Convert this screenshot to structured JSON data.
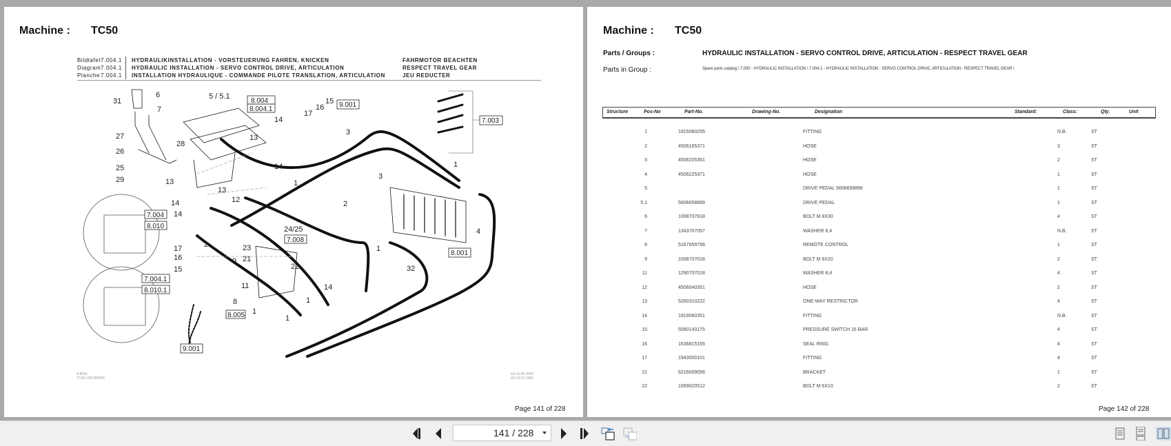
{
  "left_page": {
    "machine_label": "Machine :",
    "machine_value": "TC50",
    "title_rows": [
      {
        "lang": "Bildtafel",
        "num": "7.004.1",
        "title": "HYDRAULIKINSTALLATION - VORSTEUERUNG FAHREN, KNICKEN",
        "note": "FAHRMOTOR BEACHTEN"
      },
      {
        "lang": "Diagram",
        "num": "7.004.1",
        "title": "HYDRAULIC INSTALLATION - SERVO CONTROL DRIVE, ARTICULATION",
        "note": "RESPECT TRAVEL GEAR"
      },
      {
        "lang": "Planche",
        "num": "7.004.1",
        "title": "INSTALLATION HYDRAULIQUE - COMMANDE PILOTE TRANSLATION, ARTICULATION",
        "note": "JEU REDUCTER"
      }
    ],
    "diagram": {
      "callouts": [
        "31",
        "6",
        "5 / 5.1",
        "7",
        "15",
        "16",
        "17",
        "14",
        "13",
        "28",
        "27",
        "26",
        "25",
        "29",
        "3",
        "3",
        "1",
        "1",
        "2",
        "4",
        "12",
        "13",
        "14",
        "14",
        "17",
        "16",
        "15",
        "2",
        "24/25",
        "23",
        "21",
        "22",
        "9",
        "11",
        "8",
        "1",
        "1",
        "1",
        "14",
        "32"
      ],
      "ref_boxes": [
        "8.004",
        "8.004.1",
        "9.001",
        "7.003",
        "7.004",
        "8.010",
        "7.004.1",
        "8.010.1",
        "7.008",
        "8.001",
        "8.005",
        "9.001"
      ],
      "footer_left": [
        "A 8524",
        "TC50--HR1200PR"
      ],
      "footer_right": [
        "AS 11.05.2009",
        "AS 14.07.2006"
      ]
    },
    "page_label": "Page 141 of 228"
  },
  "right_page": {
    "machine_label": "Machine :",
    "machine_value": "TC50",
    "groups_label": "Parts / Groups :",
    "groups_value": "HYDRAULIC INSTALLATION - SERVO CONTROL DRIVE, ARTICULATION  - RESPECT TRAVEL GEAR",
    "in_group_label": "Parts in Group :",
    "in_group_path": "Spare parts catalog \\ 7.000 - HYDRAULIC INSTALLATION \\ 7.004.1 - HYDRAULIC INSTALLATION - SERVO CONTROL DRIVE, ARTICULATION  - RESPECT TRAVEL GEAR \\",
    "columns": [
      "Structure",
      "Pos-No",
      "Part-No.",
      "Drawing-No.",
      "Designation",
      "Standard:",
      "Class:",
      "Qty.",
      "Unit"
    ],
    "rows": [
      {
        "pos": "1",
        "part": "1915060255",
        "desc": "FITTING",
        "qty": "N.B.",
        "unit": "ST"
      },
      {
        "pos": "2",
        "part": "4506165371",
        "desc": "HOSE",
        "qty": "3",
        "unit": "ST"
      },
      {
        "pos": "3",
        "part": "4506205351",
        "desc": "HOSE",
        "qty": "2",
        "unit": "ST"
      },
      {
        "pos": "4",
        "part": "4506225371",
        "desc": "HOSE",
        "qty": "1",
        "unit": "ST"
      },
      {
        "pos": "5",
        "part": "",
        "desc": "DRIVE PEDAL   5606658896",
        "qty": "1",
        "unit": "ST"
      },
      {
        "pos": "5.1",
        "part": "5606658899",
        "desc": "DRIVE PEDAL",
        "qty": "1",
        "unit": "ST"
      },
      {
        "pos": "6",
        "part": "1008707618",
        "desc": "BOLT M 8X30",
        "qty": "4",
        "unit": "ST"
      },
      {
        "pos": "7",
        "part": "1343707057",
        "desc": "WASHER 8,4",
        "qty": "N.B.",
        "unit": "ST"
      },
      {
        "pos": "8",
        "part": "5167659756",
        "desc": "REMOTE CONTROL",
        "qty": "1",
        "unit": "ST"
      },
      {
        "pos": "9",
        "part": "1008707018",
        "desc": "BOLT M 8X20",
        "qty": "2",
        "unit": "ST"
      },
      {
        "pos": "11",
        "part": "1290707018",
        "desc": "WASHER 8,4",
        "qty": "4",
        "unit": "ST"
      },
      {
        "pos": "12",
        "part": "4506040351",
        "desc": "HOSE",
        "qty": "2",
        "unit": "ST"
      },
      {
        "pos": "13",
        "part": "5260310222",
        "desc": "ONE-WAY RESTRICTOR",
        "qty": "4",
        "unit": "ST"
      },
      {
        "pos": "14",
        "part": "1919060351",
        "desc": "FITTING",
        "qty": "N.B.",
        "unit": "ST"
      },
      {
        "pos": "15",
        "part": "5060143175",
        "desc": "PRESSURE SWITCH 16 BAR",
        "qty": "4",
        "unit": "ST"
      },
      {
        "pos": "16",
        "part": "1636815155",
        "desc": "SEAL RING",
        "qty": "4",
        "unit": "ST"
      },
      {
        "pos": "17",
        "part": "1943000101",
        "desc": "FITTING",
        "qty": "4",
        "unit": "ST"
      },
      {
        "pos": "21",
        "part": "6216009056",
        "desc": "BRACKET",
        "qty": "1",
        "unit": "ST"
      },
      {
        "pos": "22",
        "part": "1069020512",
        "desc": "BOLT M 6X10",
        "qty": "2",
        "unit": "ST"
      }
    ],
    "page_label": "Page 142 of 228"
  },
  "toolbar": {
    "first_page_icon": "first-page-icon",
    "prev_page_icon": "prev-page-icon",
    "page_indicator": "141 / 228",
    "next_page_icon": "next-page-icon",
    "last_page_icon": "last-page-icon",
    "back_view_icon": "go-back-view-icon",
    "forward_view_icon": "go-forward-view-icon",
    "single_page_icon": "single-page-view-icon",
    "continuous_icon": "continuous-view-icon",
    "two_page_icon": "two-page-view-icon",
    "accent": "#cfe0f2"
  }
}
